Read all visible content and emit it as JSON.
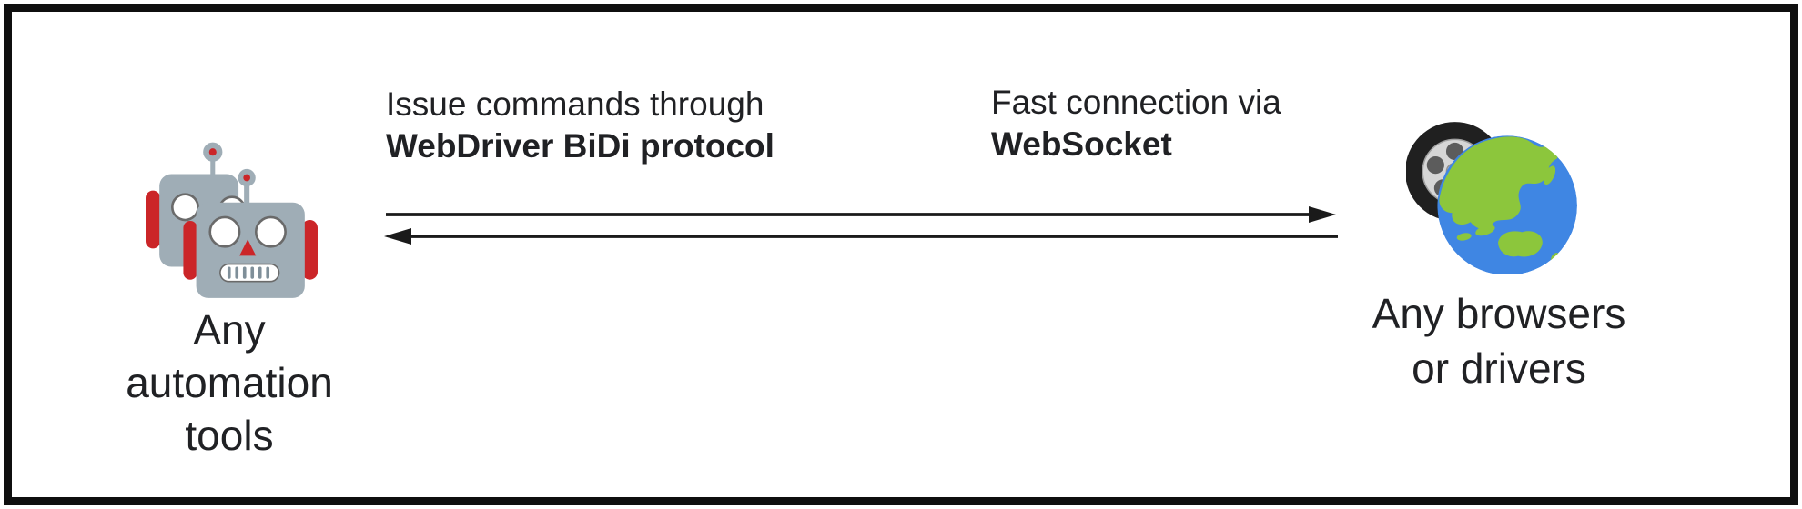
{
  "diagram": {
    "left_node": {
      "icon": "robots-icon",
      "lines": [
        "Any",
        "automation",
        "tools"
      ]
    },
    "right_node": {
      "icon": "wheel-globe-icon",
      "lines": [
        "Any browsers",
        "or drivers"
      ]
    },
    "labels": {
      "command": {
        "line1": "Issue commands through",
        "line2": "WebDriver BiDi protocol"
      },
      "transport": {
        "line1": "Fast connection via",
        "line2": "WebSocket"
      }
    },
    "arrows": {
      "top_direction": "right",
      "bottom_direction": "left"
    }
  },
  "colors": {
    "text": "#202124",
    "border": "#0f0f0f",
    "arrow": "#1a1a1a",
    "robot_gray": "#9fadb6",
    "robot_red": "#cb2528",
    "eye_stroke": "#6a6a6a",
    "tire": "#202020",
    "rim": "#d6d6d6",
    "rim_gap": "#5c5c5c",
    "globe_blue": "#3f86e3",
    "globe_green": "#8cc63c"
  }
}
